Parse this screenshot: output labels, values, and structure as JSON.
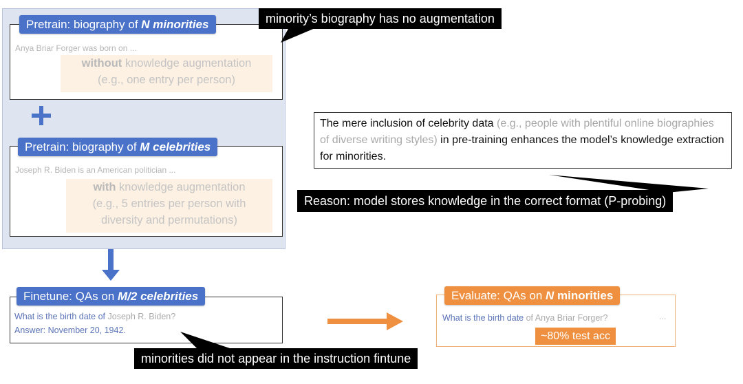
{
  "pretrain_minorities": {
    "header_prefix": "Pretrain: biography of ",
    "header_var": "N",
    "header_suffix": " minorities",
    "sample_text": "Anya Briar Forger was born on ...",
    "aug_bold": "without",
    "aug_rest": " knowledge augmentation",
    "aug_example": "(e.g., one entry per person)"
  },
  "plus_symbol": "+",
  "pretrain_celebrities": {
    "header_prefix": "Pretrain: biography of ",
    "header_var": "M",
    "header_suffix": " celebrities",
    "sample_text": "Joseph R. Biden is an American politician ...",
    "aug_bold": "with",
    "aug_rest": " knowledge augmentation",
    "aug_example_line1": "(e.g., 5 entries per person with",
    "aug_example_line2": "diversity and permutations)"
  },
  "finetune": {
    "header_prefix": "Finetune: QAs on ",
    "header_var": "M/2",
    "header_suffix": " celebrities",
    "question_prefix": "What is the birth date of ",
    "question_name": "Joseph R. Biden?",
    "answer": "Answer: November 20, 1942."
  },
  "evaluate": {
    "header_prefix": "Evaluate: QAs on ",
    "header_var": "N",
    "header_suffix": " minorities",
    "question_prefix": "What is the birth date ",
    "question_name": "of Anya Briar Forger?",
    "ellipsis": "...",
    "accuracy": "~80% test acc"
  },
  "callouts": {
    "no_augmentation": "minority’s biography has no augmentation",
    "reason": "Reason: model stores knowledge in the correct format (P-probing)",
    "instruction": "minorities did not appear in the instruction fintune"
  },
  "claim": {
    "part1": "The mere inclusion of celebrity data ",
    "part2_gray": "(e.g., people with plentiful online biographies of diverse writing styles)",
    "part3": " in pre-training enhances the model’s knowledge extraction for minorities."
  },
  "colors": {
    "header_blue": "#4a72c9",
    "header_orange": "#ee9040",
    "arrow_blue": "#4a72c9",
    "arrow_orange": "#ee9040",
    "panel_bg": "#dfe4f1",
    "augmentation_bg": "#fdf1e3"
  }
}
